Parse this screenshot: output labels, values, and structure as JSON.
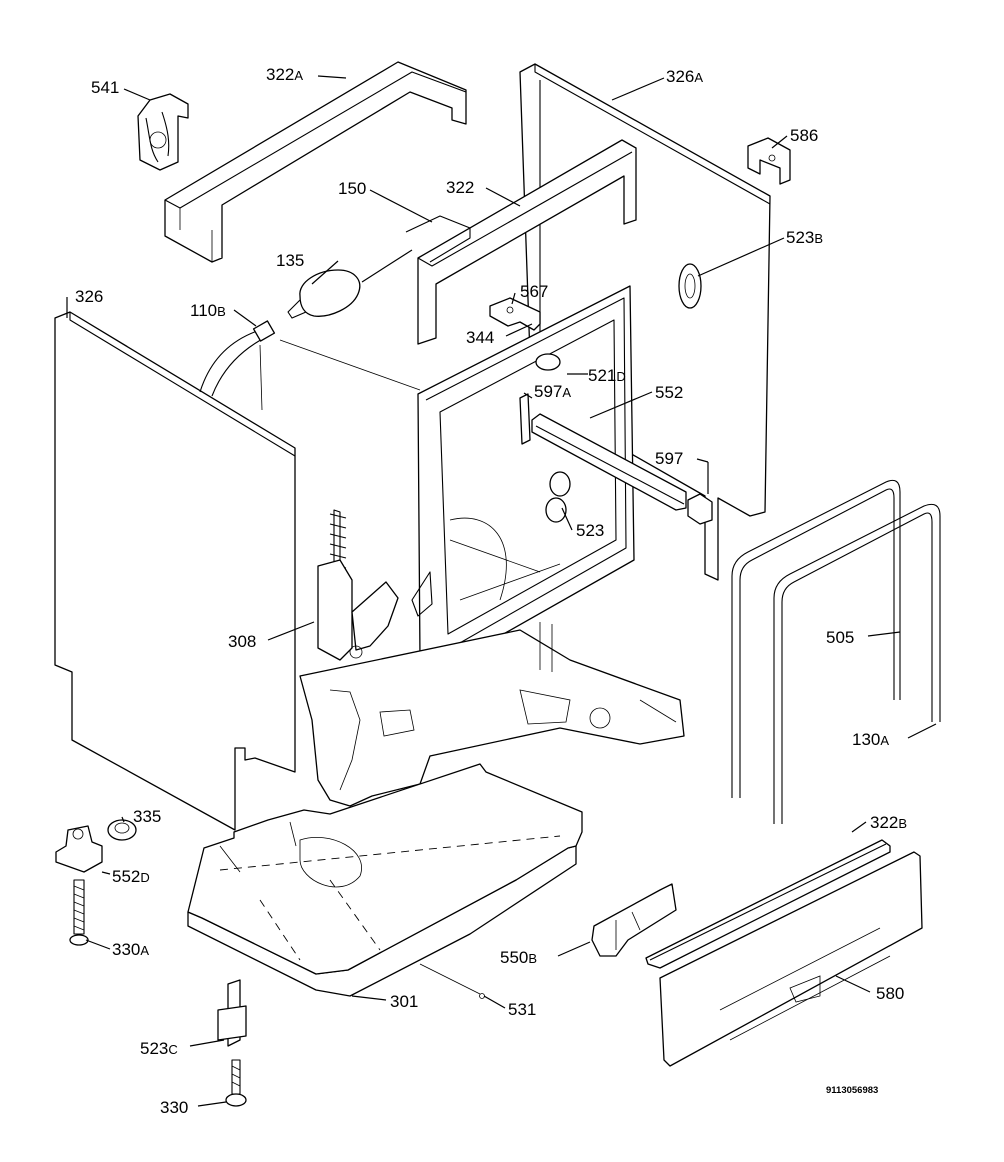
{
  "diagram": {
    "labels": {
      "p541": "541",
      "p322a": "322",
      "p322a_suffix": "A",
      "p326a": "326",
      "p326a_suffix": "A",
      "p586": "586",
      "p150": "150",
      "p322": "322",
      "p523b": "523",
      "p523b_suffix": "B",
      "p135": "135",
      "p326": "326",
      "p567": "567",
      "p110b": "110",
      "p110b_suffix": "B",
      "p344": "344",
      "p521d": "521",
      "p521d_suffix": "D",
      "p597a": "597",
      "p597a_suffix": "A",
      "p552": "552",
      "p597": "597",
      "p523": "523",
      "p308": "308",
      "p505": "505",
      "p130a": "130",
      "p130a_suffix": "A",
      "p335": "335",
      "p322b": "322",
      "p322b_suffix": "B",
      "p552d": "552",
      "p552d_suffix": "D",
      "p330a": "330",
      "p330a_suffix": "A",
      "p550b": "550",
      "p550b_suffix": "B",
      "p580": "580",
      "p301": "301",
      "p531": "531",
      "p523c": "523",
      "p523c_suffix": "C",
      "p330": "330"
    },
    "drawing_code": "9113056983"
  }
}
